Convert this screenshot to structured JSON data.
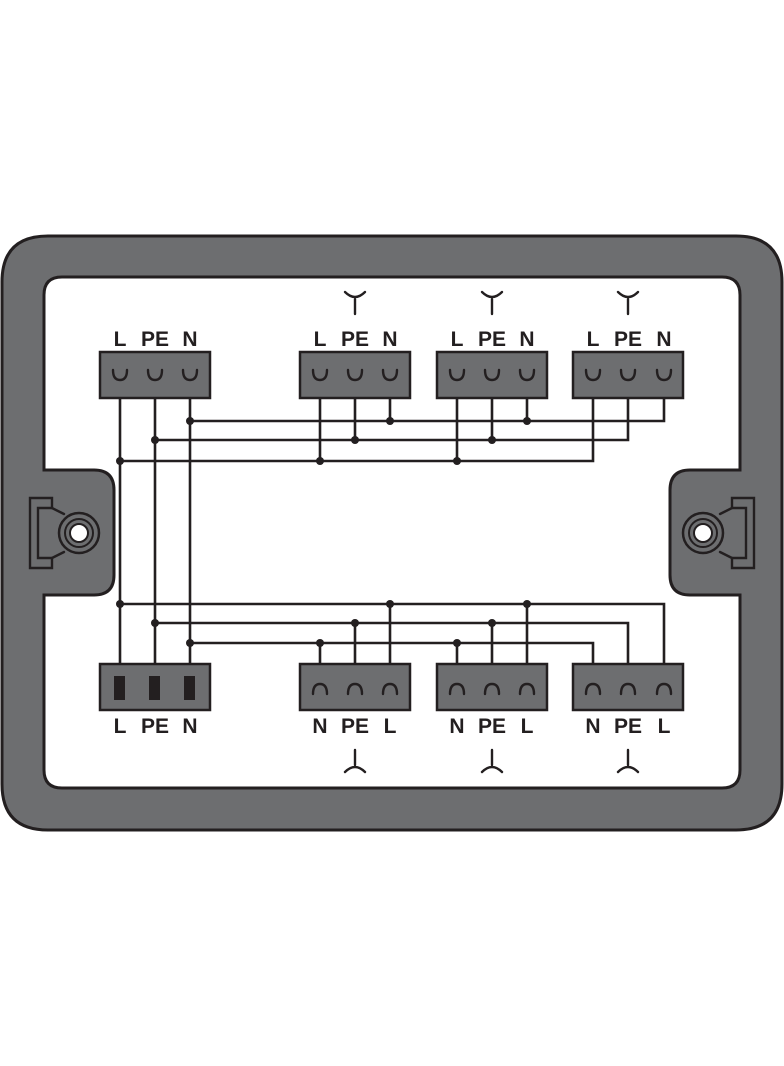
{
  "diagram": {
    "housing_color": "#6d6e70",
    "line_color": "#231f20",
    "top_left_block": {
      "labels": [
        "L",
        "PE",
        "N"
      ]
    },
    "top_outputs": [
      {
        "labels": [
          "L",
          "PE",
          "N"
        ]
      },
      {
        "labels": [
          "L",
          "PE",
          "N"
        ]
      },
      {
        "labels": [
          "L",
          "PE",
          "N"
        ]
      }
    ],
    "bottom_left_block": {
      "labels": [
        "L",
        "PE",
        "N"
      ]
    },
    "bottom_outputs": [
      {
        "labels": [
          "N",
          "PE",
          "L"
        ]
      },
      {
        "labels": [
          "N",
          "PE",
          "L"
        ]
      },
      {
        "labels": [
          "N",
          "PE",
          "L"
        ]
      }
    ],
    "icons": [
      "socket-icon",
      "plug-icon",
      "mounting-lug-icon"
    ]
  }
}
